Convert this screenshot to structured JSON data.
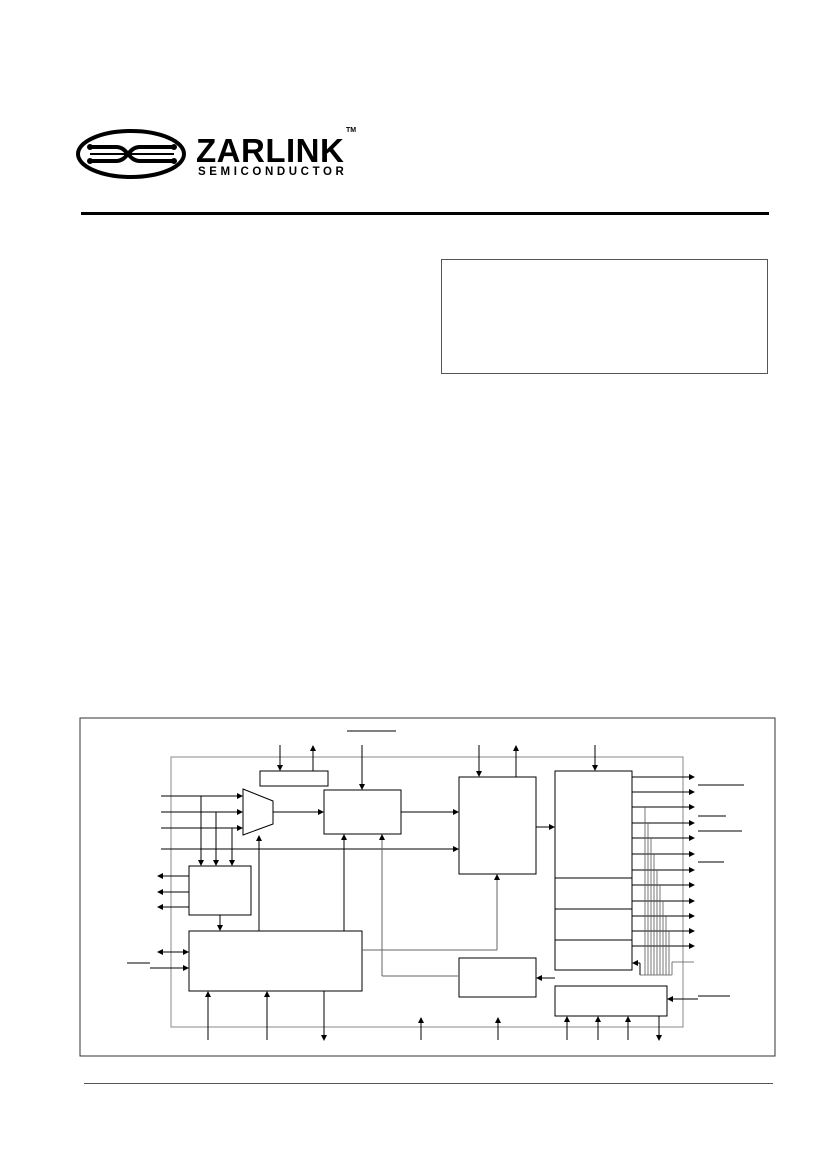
{
  "header": {
    "logo": {
      "wordmark": "ZARLINK",
      "subtitle": "SEMICONDUCTOR",
      "trademark": "TM"
    }
  },
  "info_box": {},
  "block_diagram": {}
}
